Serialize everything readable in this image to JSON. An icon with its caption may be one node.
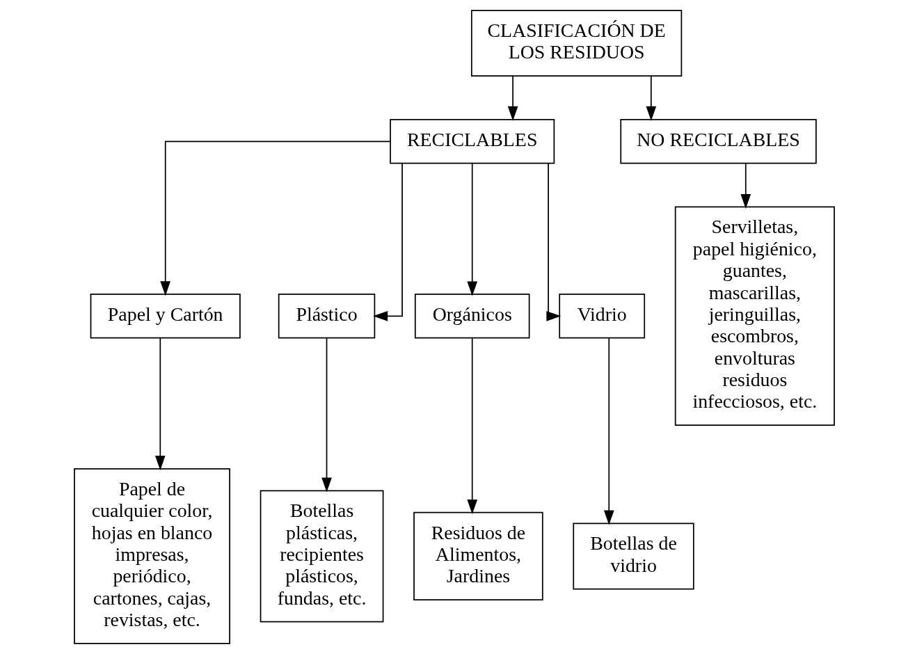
{
  "diagram": {
    "nodes": [
      {
        "text": [
          "CLASIFICACIÓN DE LOS RESIDUOS"
        ]
      },
      {
        "text": [
          "RECICLABLES"
        ]
      },
      {
        "text": [
          "NO RECICLABLES"
        ]
      },
      {
        "text": [
          "Papel y Cartón"
        ]
      },
      {
        "text": [
          "Plástico"
        ]
      },
      {
        "text": [
          "Orgánicos"
        ]
      },
      {
        "text": [
          "Vidrio"
        ]
      },
      {
        "text": [
          "Papel de cualquier color, hojas en blanco impresas, periódico, cartones, cajas, revistas, etc."
        ]
      },
      {
        "text": [
          "Botellas plásticas, recipientes plásticos, fundas, etc."
        ]
      },
      {
        "text": [
          "Residuos de Alimentos, Jardines"
        ]
      },
      {
        "text": [
          "Botellas de vidrio"
        ]
      },
      {
        "text": [
          "Servilletas, papel higiénico, guantes, mascarillas, jeringuillas, escombros, envolturas residuos infecciosos, etc."
        ]
      }
    ],
    "edges": [
      {
        "from": 0,
        "to": 1,
        "arrow": "to"
      },
      {
        "from": 0,
        "to": 2,
        "arrow": "to"
      },
      {
        "from": 1,
        "to": 3,
        "arrow": "to"
      },
      {
        "from": 1,
        "to": 4,
        "arrow": "to"
      },
      {
        "from": 1,
        "to": 5,
        "arrow": "to"
      },
      {
        "from": 1,
        "to": 6,
        "arrow": "to"
      },
      {
        "from": 3,
        "to": 7,
        "arrow": "to"
      },
      {
        "from": 4,
        "to": 8,
        "arrow": "to"
      },
      {
        "from": 5,
        "to": 9,
        "arrow": "to"
      },
      {
        "from": 6,
        "to": 10,
        "arrow": "to"
      },
      {
        "from": 2,
        "to": 11,
        "arrow": "to"
      }
    ]
  }
}
